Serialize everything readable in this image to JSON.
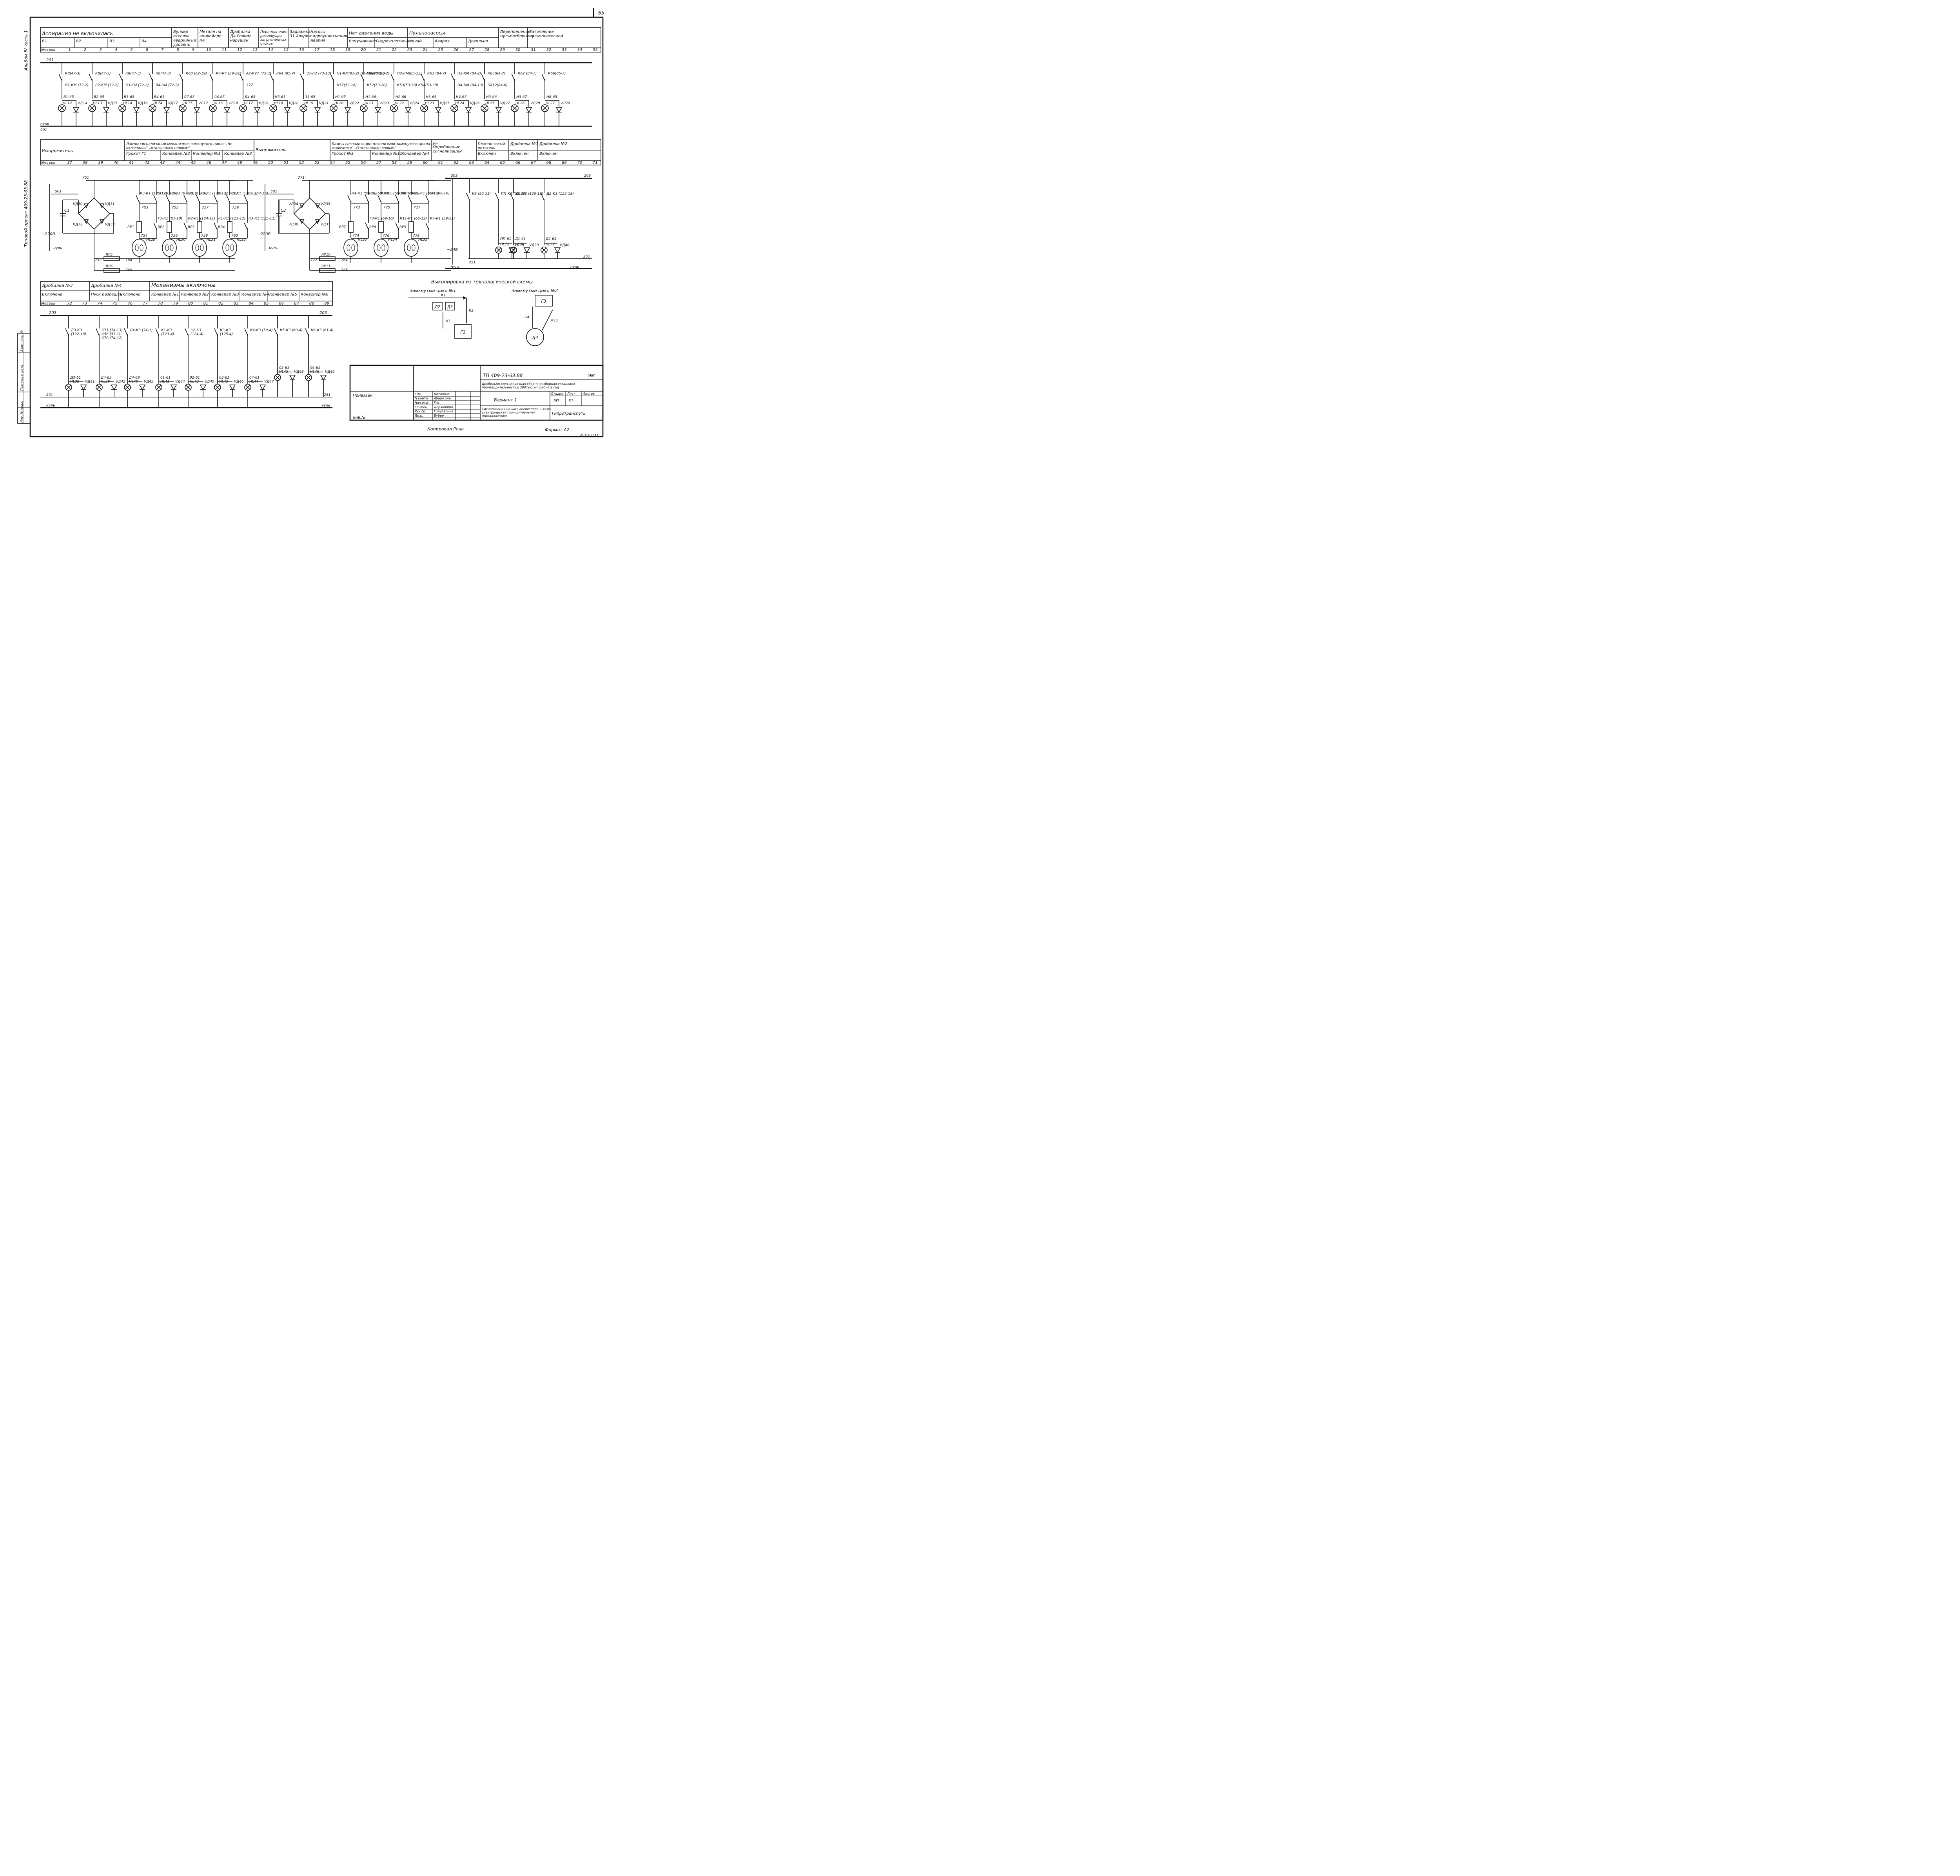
{
  "sheet": {
    "page_no": "65",
    "album_label": "Альбом IV часть 1",
    "project_label": "Типовой проект 409-23-63.88",
    "copied": "Копировал Роак",
    "format": "Формат А2",
    "inv_number": "Gr.8.9.Al.15",
    "side_stamp": [
      "Инв. № подл.",
      "Подпись и дата",
      "Взам. инв. №"
    ]
  },
  "table1": {
    "headers": [
      "Аспирация  не  включилась",
      "Бункер отсевов аварийный уровень",
      "Металл на конвейере К4",
      "Дробилка Д4 Режим нарушен",
      "Переполнение резервуара загрязненных стоков",
      "Задвижка 31 Авария",
      "Насосы гидроуплотнения Авария",
      "Нет давления воды",
      "Пульпонасосы",
      "Переполнение пульпосборника",
      "Затопление пульпонасосной"
    ],
    "subheaders": [
      "В1",
      "В2",
      "В3",
      "В4",
      "Взмучивание",
      "Гидроуплотнение",
      "Качай",
      "Авария",
      "Довольно"
    ],
    "row_label": "№строк",
    "numbers": [
      "1",
      "2",
      "3",
      "4",
      "5",
      "6",
      "7",
      "8",
      "9",
      "10",
      "11",
      "12",
      "13",
      "14",
      "15",
      "16",
      "17",
      "18",
      "19",
      "20",
      "21",
      "22",
      "23",
      "24",
      "25",
      "26",
      "27",
      "28",
      "29",
      "30",
      "31",
      "32",
      "33",
      "34",
      "35"
    ]
  },
  "circuit1": {
    "bus_top": "201",
    "bus_bottom_num": "901",
    "bus_bottom": "нуль",
    "contacts": [
      {
        "k": "К8(47-3)",
        "a": "В1-КМ (72-2)",
        "n": "В1-65",
        "hl": "НL12",
        "vd": "VД14"
      },
      {
        "k": "К8(47-3)",
        "a": "В2-КМ (72-2)",
        "n": "В2-65",
        "hl": "НL13",
        "vd": "VД15"
      },
      {
        "k": "К8(47-3)",
        "a": "В3-КМ (72-2)",
        "n": "В3-65",
        "hl": "НL14",
        "vd": "VД16"
      },
      {
        "k": "К8(47-3)",
        "a": "В4-КМ (72-2)",
        "n": "В4-65",
        "hl": "НL74",
        "vd": "VД77"
      },
      {
        "k": "К60 (62-19)",
        "a": "",
        "n": "07-65",
        "hl": "НL15",
        "vd": "VД17"
      },
      {
        "k": "К4-К4 (59-19)",
        "a": "",
        "n": "04-65",
        "hl": "НL16",
        "vd": "VД18"
      },
      {
        "k": "А2-КV7 (75-3)",
        "a": "377",
        "n": "Д4-65",
        "hl": "НL17",
        "vd": "VД19"
      },
      {
        "k": "К64 (85-7)",
        "a": "",
        "n": "Н5-65",
        "hl": "НL18",
        "vd": "VД20"
      },
      {
        "k": "31-К2 (73-13)",
        "a": "",
        "n": "31-65",
        "hl": "НL19",
        "vd": "VД21"
      },
      {
        "k": "Н1-КМ(83-2) Н2-КМ(83-13)",
        "a": "К57(53-16)",
        "n": "Н1-65",
        "hl": "НL20",
        "vd": "VД22"
      },
      {
        "k": "Н1-КМ(83-2)",
        "a": "К52(53-20)",
        "n": "Н1-66",
        "hl": "НL21",
        "vd": "VД23"
      },
      {
        "k": "Н2-КМ(83-13)",
        "a": "К53(53-38) К54(53-38)",
        "n": "Н2-66",
        "hl": "НL22",
        "vd": "VД24"
      },
      {
        "k": "К63 (84-7)",
        "a": "",
        "n": "Н3-65",
        "hl": "НL23",
        "vd": "VД25"
      },
      {
        "k": "Н3-КМ (84-2)",
        "a": "Н4-КМ (84-13)",
        "n": "Н4-65",
        "hl": "НL24",
        "vd": "VД26"
      },
      {
        "k": "К63(84-7)",
        "a": "SА12(84-6)",
        "n": "Н3-66",
        "hl": "НL25",
        "vd": "VД27"
      },
      {
        "k": "К62 (84-7)",
        "a": "",
        "n": "Н3-67",
        "hl": "НL26",
        "vd": "VД28"
      },
      {
        "k": "К66(85-7)",
        "a": "",
        "n": "Н8-65",
        "hl": "НL27",
        "vd": "VД29"
      }
    ]
  },
  "table2": {
    "headers": [
      "Выпрямитель",
      "Лампы сигнализации механизмов замкнутого цикла „Не включился\" „отключился первым\"",
      "Выпрямитель",
      "Лампы сигнализации механизмов замкнутого цикла „Не включился\" „Отключился первым\"",
      "Опробование сигнализации",
      "Пластинчатый питатель",
      "Дробилка №1",
      "Дробилка №2"
    ],
    "subheaders": [
      "Грохот Г1",
      "Конвейер №2",
      "Конвейер №1",
      "Конвейер №3",
      "Грохот №3",
      "Конвейер №11",
      "Конвейер №4",
      "Включён",
      "Включен",
      "Включен"
    ],
    "row_label": "№строк",
    "numbers": [
      "37",
      "38",
      "39",
      "40",
      "41",
      "42",
      "43",
      "44",
      "45",
      "46",
      "47",
      "48",
      "49",
      "50",
      "51",
      "52",
      "53",
      "54",
      "55",
      "56",
      "57",
      "58",
      "59",
      "60",
      "61",
      "62",
      "63",
      "64",
      "65",
      "66",
      "67",
      "68",
      "69",
      "70",
      "71"
    ]
  },
  "circuit2": {
    "left": {
      "bus": "751",
      "in": "501",
      "cap": "С1",
      "volt": "~220В",
      "null": "нуль",
      "vds": [
        "VД30",
        "VД31",
        "VД32",
        "VД33"
      ],
      "rp": [
        "RР5",
        "RР6"
      ],
      "nodes": [
        "752",
        "764",
        "765"
      ]
    },
    "lamps_left": [
      {
        "k": "К3-К1 (125-11)",
        "k2": "К31 (67-10)",
        "node": "753",
        "kb": "Г1-К1 (67-10)",
        "rp": "RР1",
        "n2": "754",
        "hl": "НL29"
      },
      {
        "k": "Г1-К1 (67-10)",
        "k2": "К31 (67-10)",
        "node": "755",
        "kb": "К2-К1 (124-11)",
        "rp": "RР2",
        "n2": "756",
        "hl": "НL30"
      },
      {
        "k": "К2-К1 (124-11)",
        "k2": "К31 (67-16)",
        "node": "757",
        "kb": "К1-К1 (123-12)",
        "rp": "RР3",
        "n2": "758",
        "hl": "НL31"
      },
      {
        "k": "К1-К1 (123-12)",
        "k2": "К31 (67-16)",
        "node": "759",
        "kb": "К3-К1 (125-11)",
        "rp": "RР4",
        "n2": "760",
        "hl": "НL32"
      }
    ],
    "right": {
      "bus": "771",
      "in": "501",
      "cap": "С2",
      "volt": "~220В",
      "null": "нуль",
      "vds": [
        "VД34",
        "VД35",
        "VД36",
        "VД37"
      ],
      "rp": [
        "RР10",
        "RР11"
      ],
      "nodes": [
        "772",
        "784",
        "785"
      ]
    },
    "lamps_right": [
      {
        "k": "К4-К1 (59-11)",
        "k2": "К36 (69-10)",
        "node": "773",
        "kb": "Г3-К1 (69-10)",
        "rp": "RР7",
        "n2": "774",
        "hl": "НL33"
      },
      {
        "k": "Г3-К1 (69-10)",
        "k2": "К36 (69-16)",
        "node": "775",
        "kb": "К11-К1 (66-12)",
        "rp": "RР8",
        "n2": "776",
        "hl": "НL34"
      },
      {
        "k": "К11-К1 (66-12)",
        "k2": "К36 (69-16)",
        "node": "777",
        "kb": "К4-К1 (59-11)",
        "rp": "RР9",
        "n2": "778",
        "hl": "НL35"
      }
    ],
    "dc": {
      "bus_top": "203",
      "bus_bottom": "251",
      "null": "нуль",
      "volt": "~24В",
      "items": [
        {
          "k": "К3 (50-11)",
          "n": "",
          "hl": "",
          "vd": ""
        },
        {
          "k": "ПП-К1 (58-27)",
          "n": "ПП-61",
          "hl": "НL72",
          "vd": "VД38"
        },
        {
          "k": "Д1-К3 (120-16)",
          "n": "Д1-61",
          "hl": "НL36",
          "vd": "VД39"
        },
        {
          "k": "Д2-К3 (122-18)",
          "n": "Д2-61",
          "hl": "НL37",
          "vd": "VД40"
        }
      ]
    }
  },
  "table3": {
    "headers": [
      "Дробилка №3",
      "Дробилка №4",
      "Механизмы  включены"
    ],
    "subheaders": [
      "Включена",
      "Пуск разрешен",
      "Включено",
      "Конвейер №1",
      "Конвейер №2",
      "Конвейер №3",
      "Конвейер №4",
      "Конвейер №5",
      "Конвейер №6"
    ],
    "row_label": "№строк",
    "numbers": [
      "72",
      "73",
      "74",
      "75",
      "76",
      "77",
      "78",
      "79",
      "80",
      "81",
      "82",
      "83",
      "84",
      "85",
      "86",
      "87",
      "88",
      "89"
    ]
  },
  "circuit3": {
    "bus_top": "203",
    "bus_bottom": "251",
    "null": "нуль",
    "items": [
      {
        "k": "Д3-К3 (122-18)",
        "n": "Д3-61",
        "hl": "НL38",
        "vd": "VД41"
      },
      {
        "k": "К71 (74-13) К56 (53-1) К70 (74-12)",
        "n": "Д4-63",
        "hl": "НL39",
        "vd": "VД42"
      },
      {
        "k": "Д4-К3 (74-1)",
        "n": "Д4-69",
        "hl": "НL40",
        "vd": "VД43"
      },
      {
        "k": "К1-К3 (123-4)",
        "n": "01-61",
        "hl": "НL41",
        "vd": "VД44"
      },
      {
        "k": "К2-К3 (124-4)",
        "n": "02-61",
        "hl": "НL42",
        "vd": "VД45"
      },
      {
        "k": "К3-К3 (125-4)",
        "n": "03-61",
        "hl": "НL43",
        "vd": "VД46"
      },
      {
        "k": "К4-К3 (59-4)",
        "n": "04-61",
        "hl": "НL44",
        "vd": "VД47"
      },
      {
        "k": "К5-К3 (60-4)",
        "n": "05-61",
        "hl": "НL45",
        "vd": "VД48"
      },
      {
        "k": "К6-К3 (61-4)",
        "n": "06-61",
        "hl": "НL46",
        "vd": "VД49"
      }
    ]
  },
  "extract": {
    "title": "Выкопировка из технологической схемы",
    "cycle1": "Замкнутый цикл №1",
    "cycle2": "Замкнутый цикл №2",
    "boxes": [
      "Д2",
      "Д3",
      "Г1",
      "Г3",
      "Д4"
    ],
    "arrows": [
      "К1",
      "К2",
      "К3",
      "К4",
      "К11"
    ]
  },
  "stamp": {
    "code": "ТП 409-23-63.88",
    "sheet_type": "ЭМ",
    "project_title": "Дробильно-сортировочная сборно-разборная установка производительностью 200тыс. м³ щебня в год",
    "bind": "Привязан",
    "inv": "инв.№",
    "roles": [
      {
        "r": "ГИП",
        "n": "Котляров"
      },
      {
        "r": "Н.контр.",
        "n": "Абашкина"
      },
      {
        "r": "Нач.отд.",
        "n": "Гит"
      },
      {
        "r": "Гл.спец.",
        "n": "Державина"
      },
      {
        "r": "Рук.гр.",
        "n": "Голубалина"
      },
      {
        "r": "Инж.",
        "n": "Бубер"
      }
    ],
    "variant": "Вариант 1",
    "drawing_title": "Сигнализация на щит диспетчера. Схема электрическая принципиальная (продолжение)",
    "col_headers": [
      "Стадия",
      "Лист",
      "Листов"
    ],
    "stage": "РП",
    "sheet": "51",
    "org": "Гипротранспуть"
  }
}
